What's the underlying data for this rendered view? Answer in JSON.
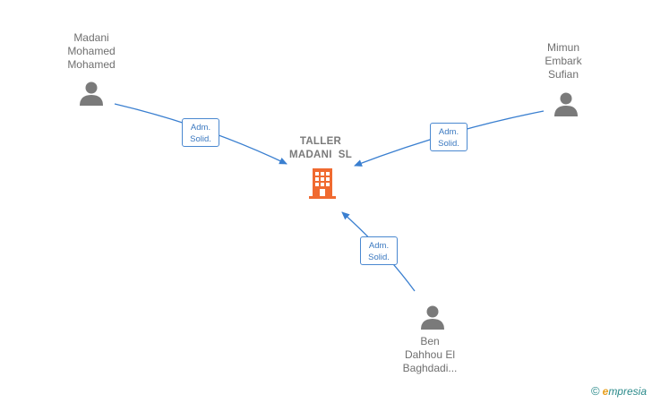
{
  "company": {
    "name_line1": "TALLER",
    "name_line2": "MADANI  SL",
    "icon": "building-icon",
    "color": "#f06a30"
  },
  "persons": [
    {
      "id": "madani",
      "name_lines": [
        "Madani",
        "Mohamed",
        "Mohamed"
      ],
      "icon": "person-icon",
      "role": {
        "line1": "Adm.",
        "line2": "Solid."
      }
    },
    {
      "id": "mimun",
      "name_lines": [
        "Mimun",
        "Embark",
        "Sufian"
      ],
      "icon": "person-icon",
      "role": {
        "line1": "Adm.",
        "line2": "Solid."
      }
    },
    {
      "id": "ben",
      "name_lines": [
        "Ben",
        "Dahhou El",
        "Baghdadi..."
      ],
      "icon": "person-icon",
      "role": {
        "line1": "Adm.",
        "line2": "Solid."
      }
    }
  ],
  "colors": {
    "edge": "#3a7fd0",
    "person_icon": "#7a7a7a"
  },
  "footer": {
    "copyright_symbol": "©",
    "brand_initial": "e",
    "brand_rest": "mpresia"
  }
}
